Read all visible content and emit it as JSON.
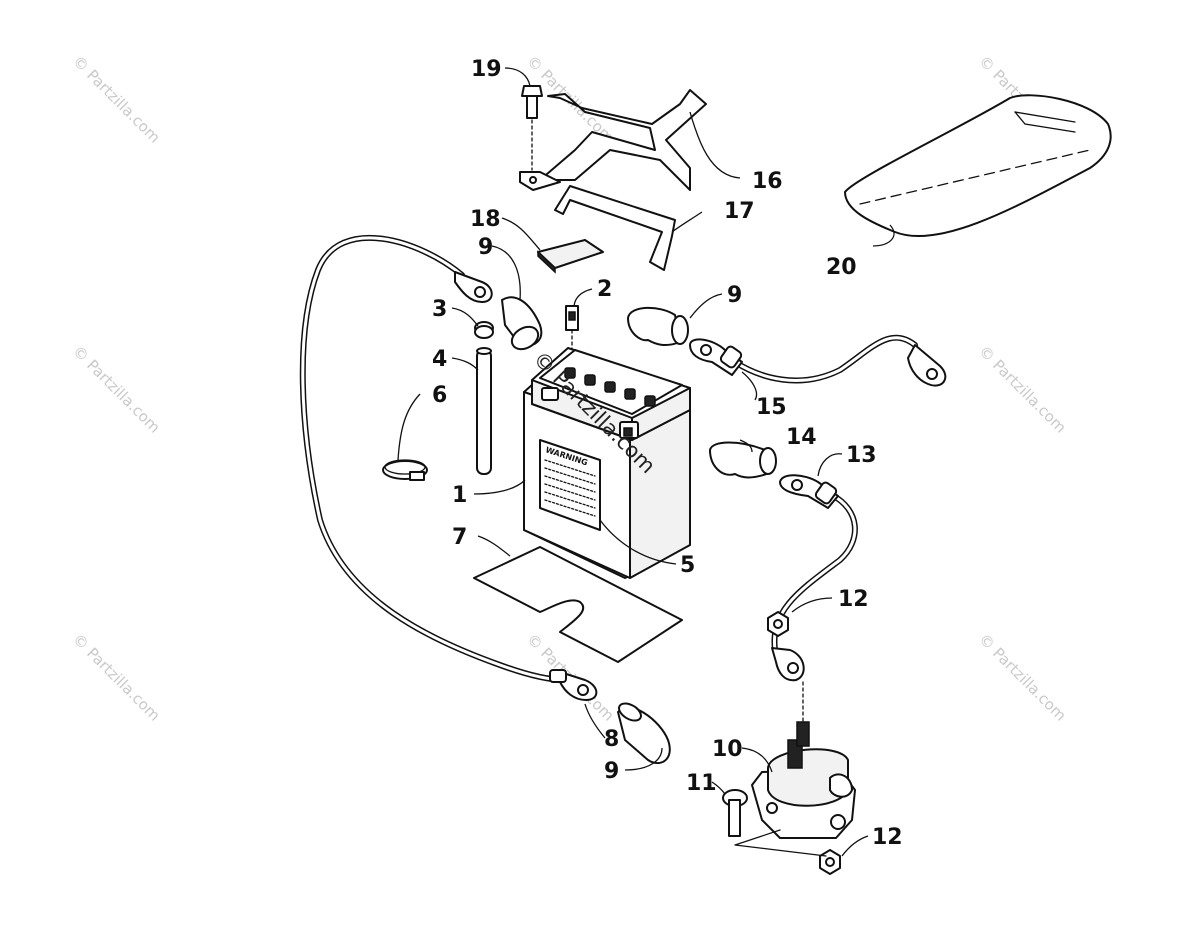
{
  "watermark_text": "© Partzilla.com",
  "battery_label": "WARNING",
  "callouts": {
    "c1": "1",
    "c2": "2",
    "c3": "3",
    "c4": "4",
    "c5": "5",
    "c6": "6",
    "c7": "7",
    "c8": "8",
    "c9a": "9",
    "c9b": "9",
    "c9c": "9",
    "c10": "10",
    "c11": "11",
    "c12a": "12",
    "c12b": "12",
    "c13": "13",
    "c14": "14",
    "c15": "15",
    "c16": "16",
    "c17": "17",
    "c18": "18",
    "c19": "19",
    "c20": "20"
  }
}
